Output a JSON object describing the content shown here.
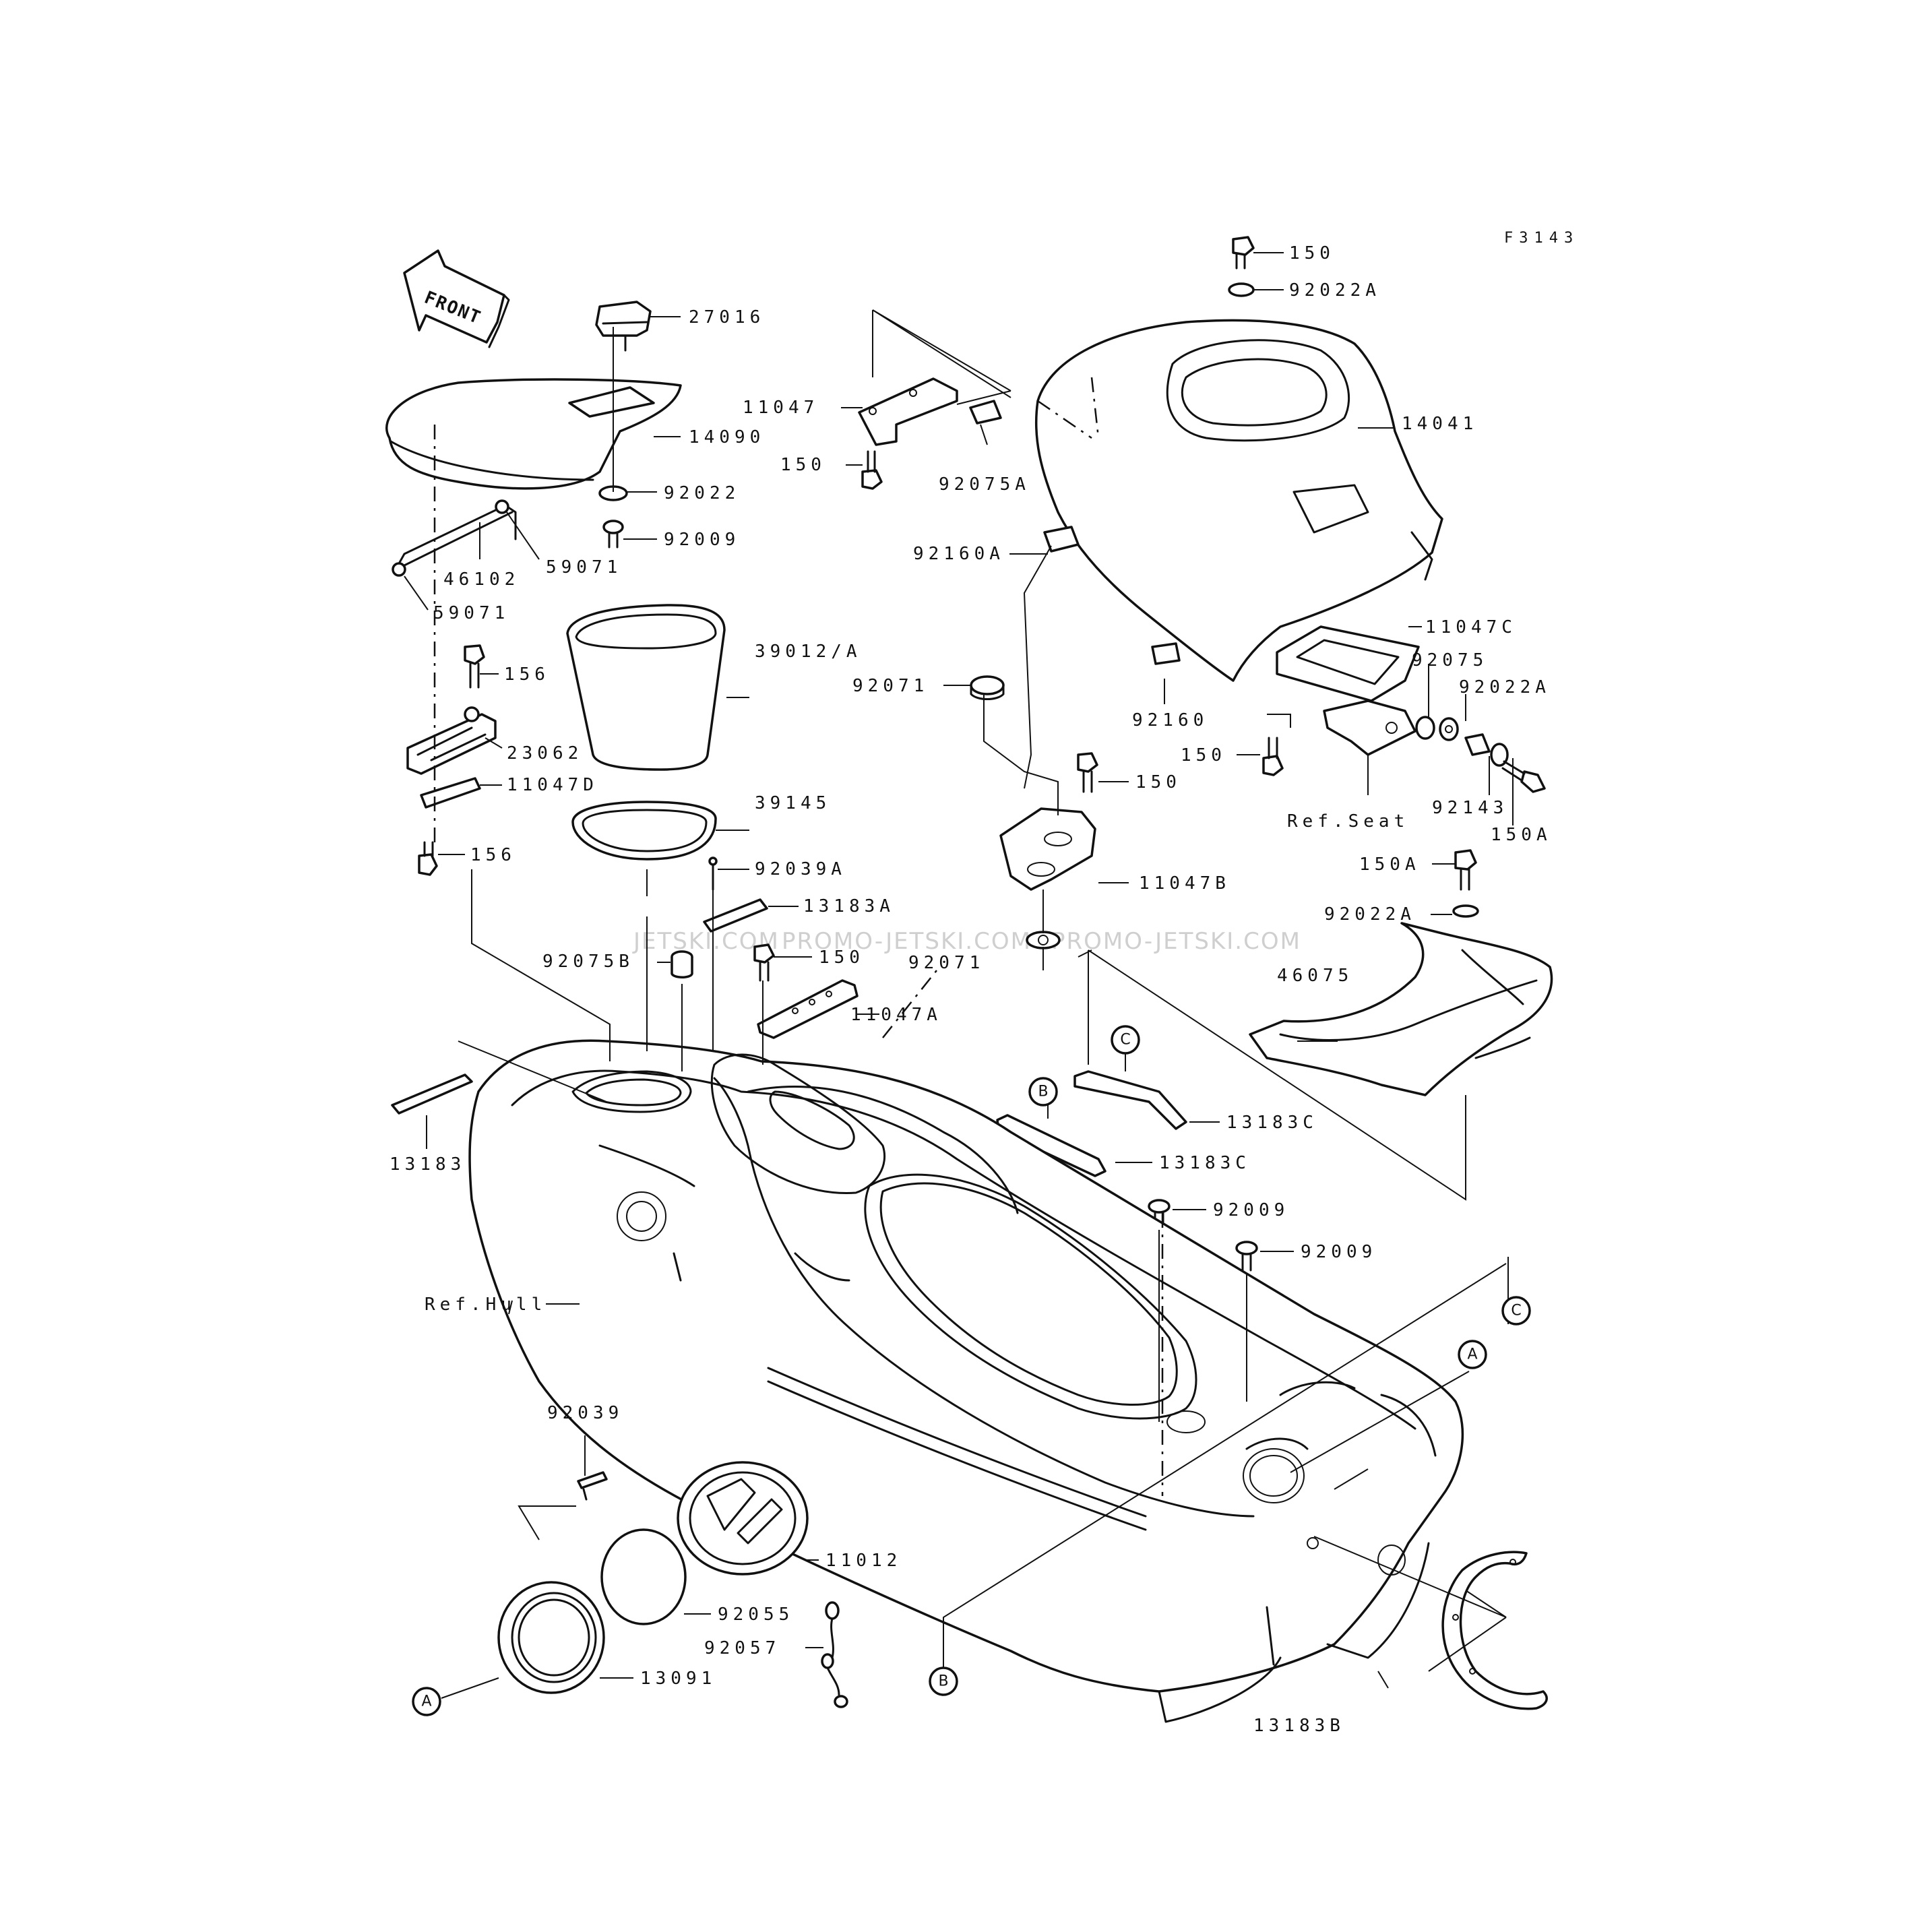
{
  "diagram": {
    "figure_code": "F3143",
    "direction_label": "FRONT",
    "watermark_1": "JETSKI.COM",
    "watermark_2": "PROMO-JETSKI.COM",
    "watermark_3": "PROMO-JETSKI.COM",
    "ref_labels": {
      "hull": "Ref.Hull",
      "seat": "Ref.Seat"
    },
    "callouts": {
      "a_diagram": "A",
      "a_hull": "A",
      "b_strap": "B",
      "b_hull": "B",
      "c_strap": "C",
      "c_hull": "C"
    },
    "part_labels": {
      "p27016": "27016",
      "p14090": "14090",
      "p92022": "92022",
      "p92009_top": "92009",
      "p46102": "46102",
      "p59071_a": "59071",
      "p59071_b": "59071",
      "p39012a": "39012/A",
      "p156_a": "156",
      "p23062": "23062",
      "p11047d": "11047D",
      "p39145": "39145",
      "p156_b": "156",
      "p92039a": "92039A",
      "p13183a": "13183A",
      "p92075b": "92075B",
      "p150_hull": "150",
      "p11047a": "11047A",
      "p13183": "13183",
      "p11047": "11047",
      "p150_left": "150",
      "p92075a": "92075A",
      "p92160a": "92160A",
      "p92071_a": "92071",
      "p92071_b": "92071",
      "p150_bracket": "150",
      "p11047b": "11047B",
      "p150_top": "150",
      "p92022a_top": "92022A",
      "p14041": "14041",
      "p11047c": "11047C",
      "p92075": "92075",
      "p92022a_mid": "92022A",
      "p92160": "92160",
      "p150_mid": "150",
      "p92143": "92143",
      "p150a_a": "150A",
      "p150a_b": "150A",
      "p92022a_low": "92022A",
      "p46075": "46075",
      "p13183c_a": "13183C",
      "p13183c_b": "13183C",
      "p92009_a": "92009",
      "p92009_b": "92009",
      "p92039": "92039",
      "p11012": "11012",
      "p92055": "92055",
      "p92057": "92057",
      "p13091": "13091",
      "p13183b": "13183B"
    }
  }
}
